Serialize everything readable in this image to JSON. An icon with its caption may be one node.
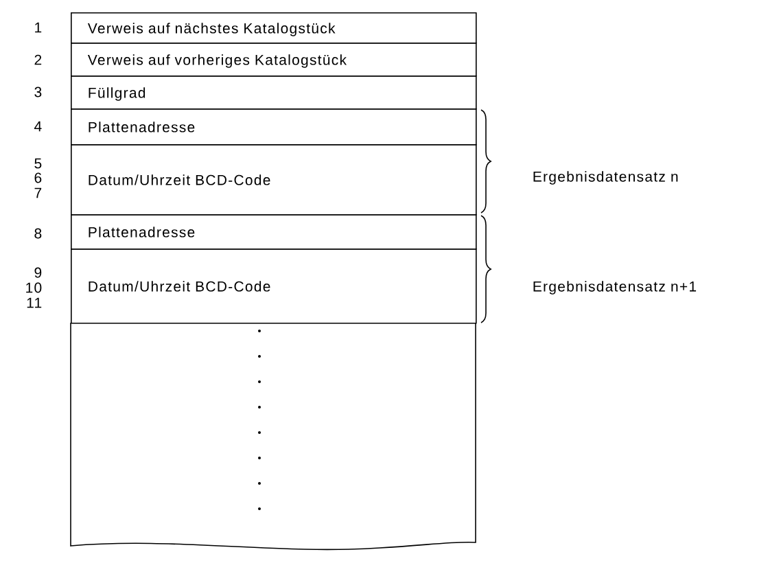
{
  "diagram": {
    "nodes": [
      {
        "text": [
          "Verweis auf nächstes Katalogstück"
        ]
      },
      {
        "text": [
          "Verweis auf vorheriges Katalogstück"
        ]
      },
      {
        "text": [
          "Füllgrad"
        ]
      },
      {
        "text": [
          "Plattenadresse"
        ]
      },
      {
        "text": [
          "Datum/Uhrzeit  BCD-Code"
        ]
      },
      {
        "text": [
          "Plattenadresse"
        ]
      },
      {
        "text": [
          "Datum/Uhrzeit  BCD-Code"
        ]
      },
      {
        "text": [],
        "shape": "box"
      }
    ],
    "edges": [],
    "labels": [
      "1",
      "2",
      "3",
      "4",
      "5",
      "6",
      "7",
      "8",
      "9",
      "10",
      "11",
      "Ergebnisdatensatz  n",
      "Ergebnisdatensatz  n+1"
    ]
  }
}
